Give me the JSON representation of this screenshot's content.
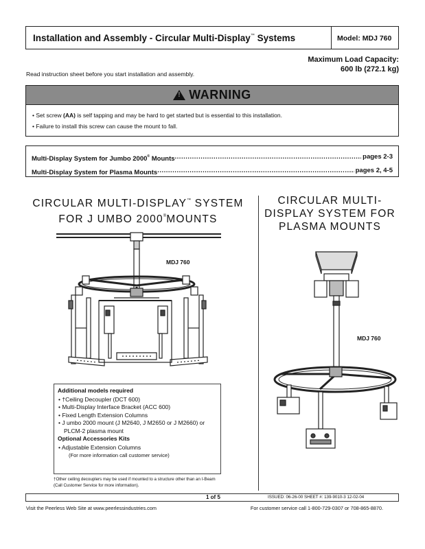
{
  "header": {
    "title": "Installation and Assembly - Circular Multi-Display",
    "title_tm": "™",
    "title_tail": "Systems",
    "model": "Model:  MDJ 760"
  },
  "max_load": {
    "line1": "Maximum Load Capacity:",
    "line2": "600 lb (272.1 kg)"
  },
  "read_instructions": "Read instruction sheet before you start installation and assembly.",
  "warning": {
    "title": "WARNING",
    "item1_pre": "Set screw ",
    "item1_bold": "(AA)",
    "item1_post": " is self tapping and may be hard to get started but is essential to this installation.",
    "item2": "Failure to install this screw can cause the mount to fall."
  },
  "page_refs": [
    {
      "label": "Multi-Display System for Jumbo 2000",
      "mark": "®",
      "label_tail": " Mounts",
      "pages": "pages 2-3"
    },
    {
      "label": "Multi-Display System for Plasma Mounts",
      "mark": "",
      "label_tail": "",
      "pages": "pages 2, 4-5"
    }
  ],
  "left_section": {
    "line1a": "CIRCULAR MULTI-DISPLAY",
    "line1_tm": "™",
    "line1b": " SYSTEM",
    "line2a": "FOR J UMBO 2000",
    "line2_reg": "®",
    "line2b": "MOUNTS",
    "model_label": "MDJ 760"
  },
  "right_section": {
    "line1": "CIRCULAR MULTI-",
    "line2": "DISPLAY SYSTEM FOR",
    "line3": "PLASMA MOUNTS",
    "model_label": "MDJ 760"
  },
  "models_box": {
    "heading": "Additional models required",
    "items": [
      "†Ceiling Decoupler (DCT 600)",
      "Multi-Display Interface Bracket (ACC 600)",
      "Fixed Length Extension Columns",
      "J umbo 2000 mount (J M2640, J M2650 or J M2660) or PLCM-2 plasma mount"
    ],
    "optional_heading": "Optional Accessories Kits",
    "optional_items": [
      "Adjustable Extension Columns"
    ],
    "optional_note": "(For more information call customer service)"
  },
  "footnote": "†Other ceiling decouplers may be used if mounted to a structure other than an I-Beam (Call Customer Service for more information).",
  "footer": {
    "page": "1 of 5",
    "issued": "ISSUED: 06-26-00  SHEET #: 139-9010-3  12-02-04",
    "website": "Visit the Peerless Web Site at www.peerlessindustries.com",
    "service": "For customer service call 1-800-729-0307 or 708-865-8870."
  },
  "colors": {
    "warning_bar": "#8a8a8a",
    "ink": "#111111"
  }
}
